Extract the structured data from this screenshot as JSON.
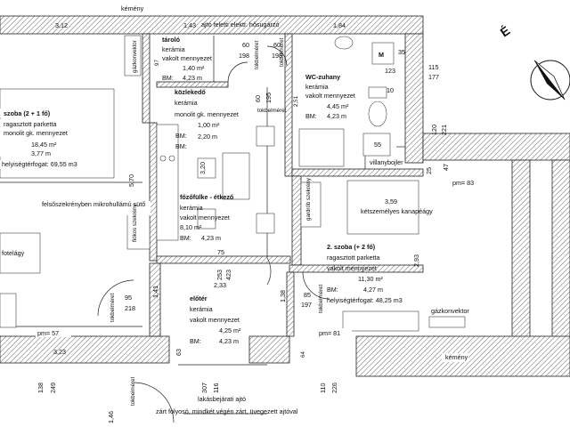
{
  "top": {
    "kemeny": "kémény",
    "dim_312": "3,12",
    "dim_143": "1,43",
    "door_above": "ajtó feletti elektr. hősugárzó",
    "dim_184": "1,84"
  },
  "compass_label": "É",
  "room_2plus1": {
    "name": "szoba (2 + 1 fő)",
    "floor": "ragasztott parketta",
    "ceiling": "monolit gk. mennyezet",
    "area": "18,45 m²",
    "height": "3,77 m",
    "volume": "helyiségtérfogat: 69,55 m3"
  },
  "gazkonvektor_left": "gázkonvektor",
  "dim_570": "5,70",
  "taroló": {
    "name": "tároló",
    "floor": "kerámia",
    "ceiling": "vakolt mennyezet",
    "area": "1,40 m²",
    "bm_label": "BM:",
    "height": "4,23 m",
    "d60a": "60",
    "d198a": "198",
    "d60b": "60",
    "d198b": "198",
    "d97": "97"
  },
  "kozlekedo": {
    "name": "közlekedő",
    "floor": "kerámia",
    "ceiling": "monolit gk. mennyezet",
    "area": "1,00 m²",
    "height": "2,20 m",
    "tokbelmeret": "tokbelméret",
    "d60": "60",
    "d195": "195"
  },
  "wc": {
    "name": "WC-zuhany",
    "floor": "kerámia",
    "ceiling": "vakolt mennyezet",
    "area": "4,45 m²",
    "bm_label": "BM:",
    "height": "4,23 m",
    "m_label": "M",
    "d35": "35",
    "d123": "123",
    "d10": "10",
    "d115": "115",
    "d177": "177",
    "d251": "2,51",
    "d55": "55",
    "villanybojler": "villanybojler"
  },
  "right_dims": {
    "d120": "120",
    "d221": "221",
    "d25": "25",
    "d47": "47",
    "pm83": "pm= 83"
  },
  "kitchen": {
    "bm_label": "BM:",
    "d320": "3,20",
    "name": "főzőfülke - étkező",
    "floor": "kerámia",
    "ceiling": "vakolt mennyezet",
    "area": "8,10 m²",
    "height": "4,23 m",
    "microwave": "felsőszekrényben mikrohullámú sütő",
    "fiokos": "fiókos szekrény"
  },
  "gardrob": "gardrób szekrény",
  "sofa": {
    "d359": "3,59",
    "label": "kétszemélyes kanapéágy"
  },
  "room_2": {
    "name": "2. szoba (+ 2 fő)",
    "floor": "ragasztott parketta",
    "ceiling": "vakolt mennyezet",
    "area": "11,30 m²",
    "bm_label": "BM:",
    "height": "4,27 m",
    "volume": "helyiségtérfogat: 48,25 m3",
    "d293": "2,93"
  },
  "fotelagy": "fotelágy",
  "mid_dims": {
    "d75": "75",
    "d253": "253",
    "d423": "423",
    "d233": "2,33",
    "d141": "1,41",
    "d138": "1,38",
    "d85": "85",
    "d197": "197",
    "d95": "95",
    "d218": "218",
    "tok_left": "tokbelméret",
    "tok_right": "tokbelméret"
  },
  "eloter": {
    "name": "előtér",
    "floor": "kerámia",
    "ceiling": "vakolt mennyezet",
    "area": "4,25 m²",
    "bm_label": "BM:",
    "height": "4,23 m",
    "d63": "63"
  },
  "gazkonvektor_right": "gázkonvektor",
  "bottom": {
    "pm57": "pm= 57",
    "pm81": "pm= 81",
    "d323": "3,23",
    "d64": "64",
    "kemeny": "kémény",
    "d138": "138",
    "d249": "249",
    "d116": "116",
    "d307": "307",
    "d226": "226",
    "d110": "110",
    "d146": "1,46",
    "tok_bottom": "tokbelméret",
    "entrance": "lakásbejárati ajtó",
    "corridor": "zárt folyosó, mindkét végén zárt, üvegezett ajtóval"
  }
}
